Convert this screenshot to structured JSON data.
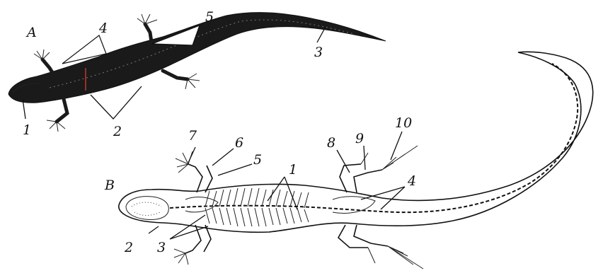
{
  "figure": {
    "panel_a": {
      "letter": "A",
      "labels": [
        "1",
        "2",
        "3",
        "4",
        "5"
      ]
    },
    "panel_b": {
      "letter": "B",
      "labels": [
        "1",
        "2",
        "3",
        "4",
        "5",
        "6",
        "7",
        "8",
        "9",
        "10"
      ]
    }
  },
  "colors": {
    "ink": "#111111",
    "body_fill_a": "#1a1a1a",
    "background": "#ffffff"
  }
}
